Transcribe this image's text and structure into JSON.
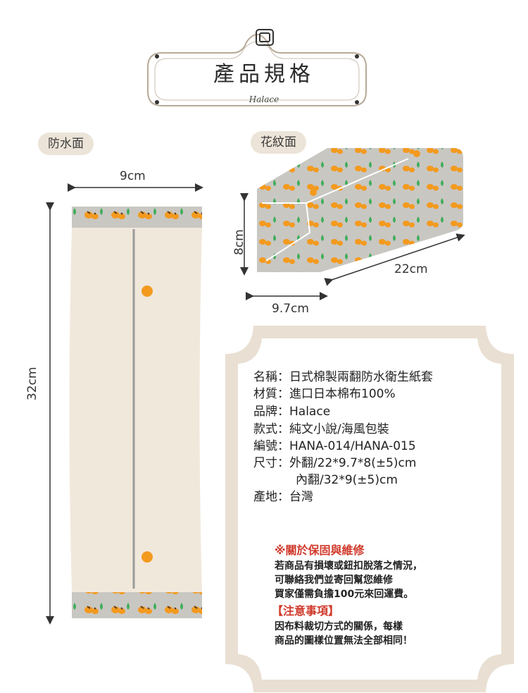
{
  "header": {
    "title": "產品規格",
    "brand": "Halace"
  },
  "labels": {
    "waterproof_side": "防水面",
    "pattern_side": "花紋面"
  },
  "dimensions": {
    "front_width": "9cm",
    "front_height": "32cm",
    "box_height": "8cm",
    "box_length": "22cm",
    "box_depth": "9.7cm"
  },
  "specs": {
    "name": "名稱：日式棉製兩翻防水衛生紙套",
    "material": "材質：進口日本棉布100%",
    "brand": "品牌：Halace",
    "style": "款式：純文小說/海風包裝",
    "code": "編號：HANA-014/HANA-015",
    "size_outer": "尺寸：外翻/22*9.7*8(±5)cm",
    "size_inner": "內翻/32*9(±5)cm",
    "origin": "產地：台灣"
  },
  "warranty": {
    "title": "※關於保固與維修",
    "lines": [
      "若商品有損壞或鈕扣脫落之情況，",
      "可聯絡我們並寄回幫您維修",
      "買家僅需負擔100元來回運費。"
    ],
    "notice_title": "【注意事項】",
    "notice_lines": [
      "因布料裁切方式的關係，每樣",
      "商品的圖樣位置無法全部相同！"
    ]
  },
  "colors": {
    "beige_fabric": "#f1e8dc",
    "pattern_bg": "#c9c7c2",
    "orange": "#f39a1e",
    "leaf": "#3fae5a",
    "frame": "#e9dfd2"
  }
}
